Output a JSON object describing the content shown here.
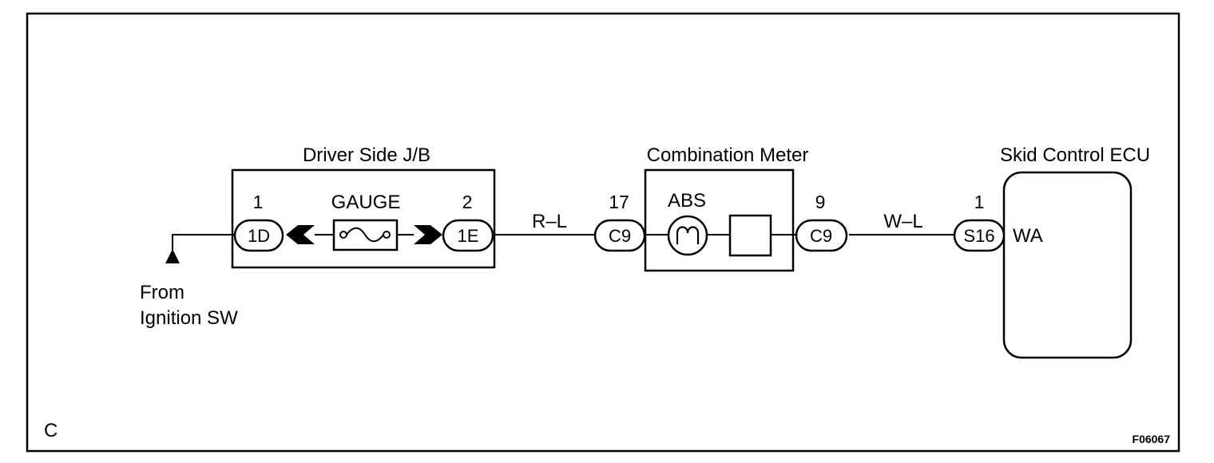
{
  "corner_letter": "C",
  "figure_id": "F06067",
  "source": {
    "line1": "From",
    "line2": "Ignition SW"
  },
  "junction_block": {
    "title": "Driver Side J/B",
    "fuse_label": "GAUGE",
    "left_pin": "1",
    "left_connector": "1D",
    "right_pin": "2",
    "right_connector": "1E"
  },
  "wire1": {
    "color_code": "R–L"
  },
  "combination_meter": {
    "title": "Combination Meter",
    "lamp_label": "ABS",
    "left_pin": "17",
    "left_connector": "C9",
    "right_pin": "9",
    "right_connector": "C9"
  },
  "wire2": {
    "color_code": "W–L"
  },
  "ecu": {
    "title": "Skid Control ECU",
    "pin": "1",
    "connector": "S16",
    "terminal": "WA"
  }
}
